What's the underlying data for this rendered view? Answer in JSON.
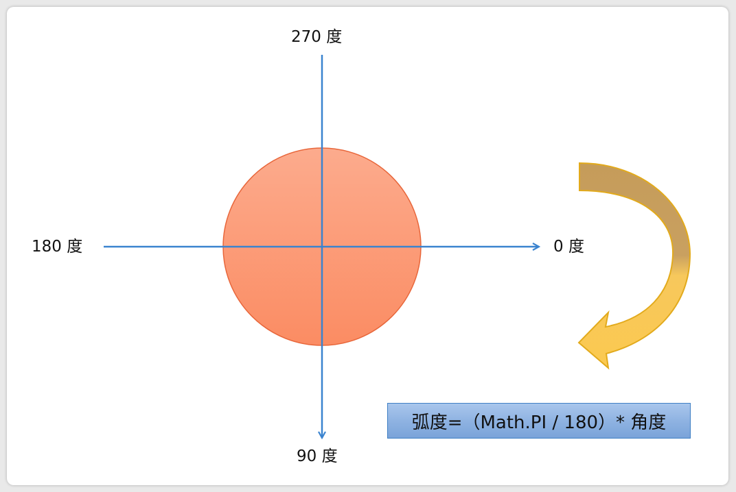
{
  "labels": {
    "top": "270 度",
    "left": "180 度",
    "right": "0 度",
    "bottom": "90 度"
  },
  "formula": "弧度=（Math.PI / 180）* 角度",
  "colors": {
    "axis": "#3a83cf",
    "circle_fill": "#fb9a78",
    "circle_stroke": "#e8663a",
    "arrow_fill": "#f6c55a",
    "arrow_stroke": "#e2aa1c",
    "formula_bg": "#8fb3e2",
    "formula_border": "#3f7fc4"
  },
  "icons": {
    "rotation_arrow": "curved-clockwise-arrow-icon"
  }
}
